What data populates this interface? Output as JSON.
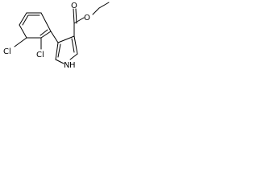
{
  "molecule": {
    "atom_labels": {
      "carbonyl_oxygen": "O",
      "ester_oxygen": "O",
      "pyrrole_nitrogen": "N",
      "pyrrole_hydrogen": "H",
      "chlorine_2": "Cl",
      "chlorine_3": "Cl"
    }
  }
}
